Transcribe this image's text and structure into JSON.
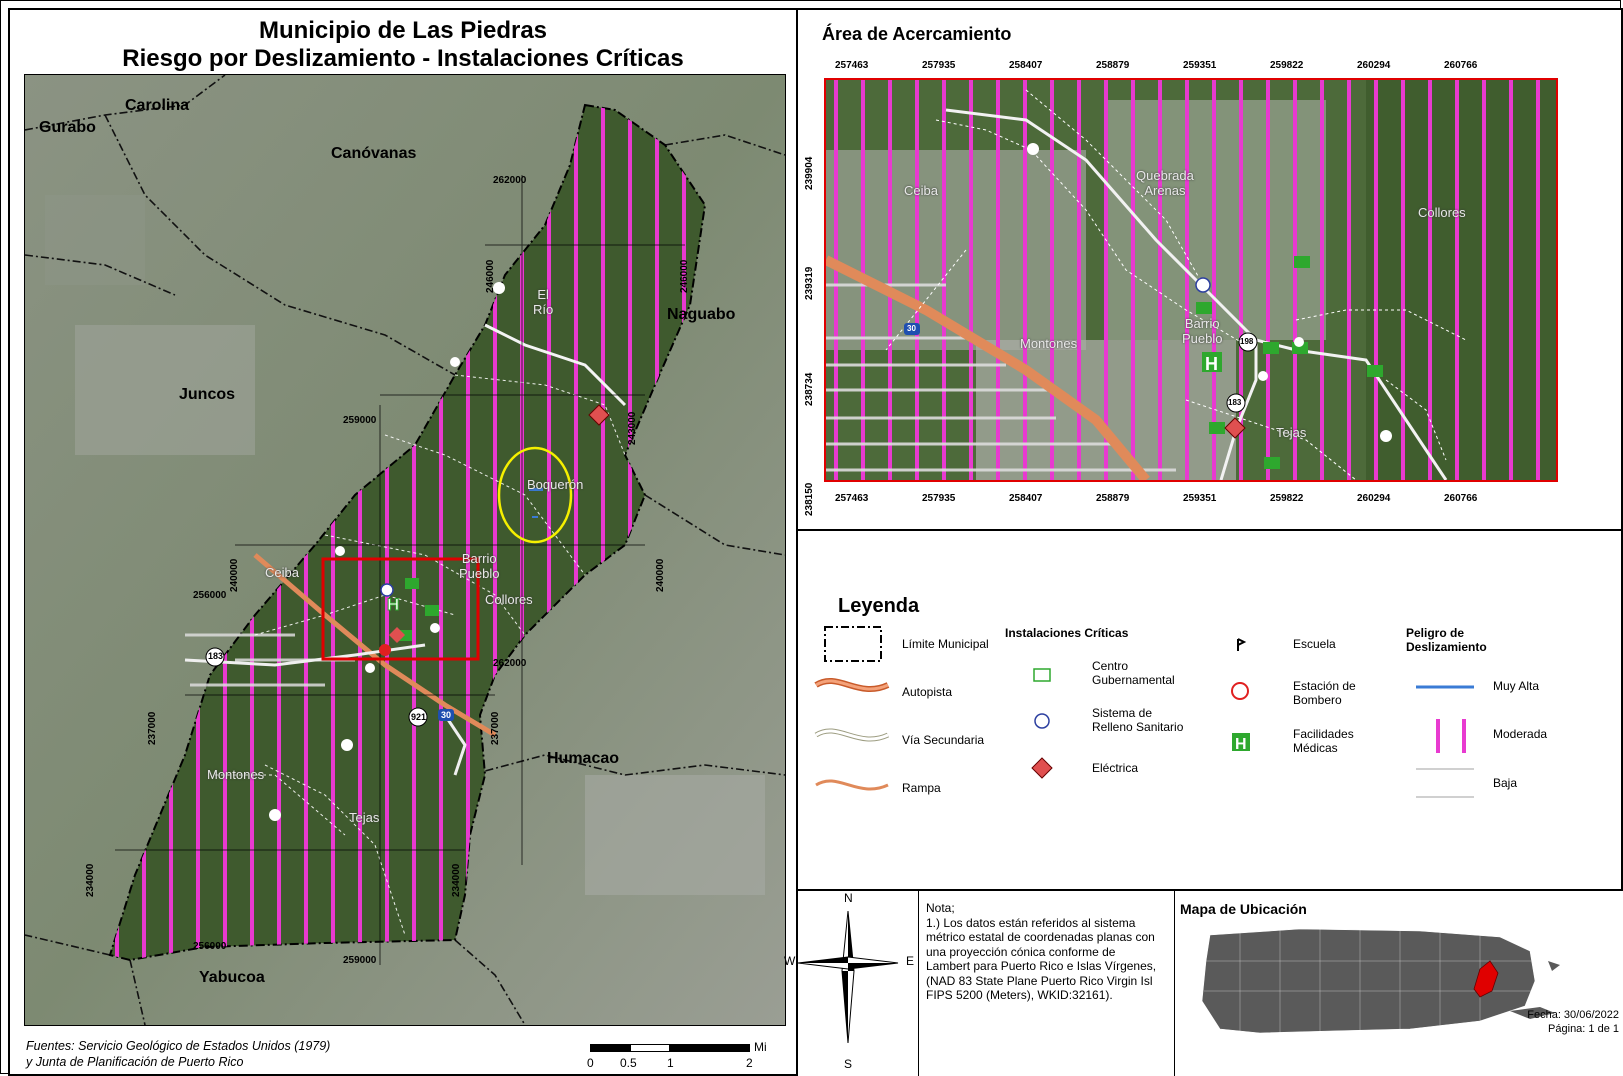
{
  "main": {
    "title_line1": "Municipio de Las Piedras",
    "title_line2": "Riesgo por Deslizamiento - Instalaciones Críticas",
    "neighbors": {
      "carolina": "Carolina",
      "gurabo": "Gurabo",
      "canovanas": "Canóvanas",
      "naguabo": "Naguabo",
      "juncos": "Juncos",
      "humacao": "Humacao",
      "yabucoa": "Yabucoa"
    },
    "barrios": {
      "el_rio": "El\nRío",
      "boqueron": "Boquerón",
      "barrio_pueblo": "Barrio\nPueblo",
      "collores": "Collores",
      "ceiba": "Ceiba",
      "montones": "Montones",
      "tejas": "Tejas"
    },
    "grid_labels": {
      "x262000_top": "262000",
      "x262000_bot": "262000",
      "x259000": "259000",
      "x256000_mid": "256000",
      "x256000_bot": "256000",
      "x259000_bot": "259000",
      "y246000_a": "246000",
      "y246000_b": "246000",
      "y243000": "243000",
      "y240000_a": "240000",
      "y240000_b": "240000",
      "y237000_a": "237000",
      "y237000_b": "237000",
      "y234000_a": "234000",
      "y234000_b": "234000"
    },
    "roads": {
      "r183": "183",
      "r921": "921",
      "r30": "30"
    },
    "sources_line1": "Fuentes: Servicio Geológico de Estados Unidos (1979)",
    "sources_line2": "y Junta de Planificación de Puerto Rico",
    "scale": {
      "ticks": [
        "0",
        "0.5",
        "1",
        "2"
      ],
      "unit": "Mi"
    }
  },
  "inset": {
    "title": "Área de Acercamiento",
    "x_labels": [
      "257463",
      "257935",
      "258407",
      "258879",
      "259351",
      "259822",
      "260294",
      "260766"
    ],
    "y_labels": [
      "239904",
      "239319",
      "238734",
      "238150"
    ],
    "barrios": {
      "ceiba": "Ceiba",
      "quebrada": "Quebrada\nArenas",
      "collores": "Collores",
      "montones": "Montones",
      "barrio_pueblo": "Barrio\nPueblo",
      "tejas": "Tejas"
    },
    "roads": {
      "r30": "30",
      "r198": "198",
      "r183": "183"
    }
  },
  "legend": {
    "title": "Leyenda",
    "limite": "Límite Municipal",
    "autopista": "Autopista",
    "secundaria": "Vía Secundaria",
    "rampa": "Rampa",
    "inst_header": "Instalaciones Críticas",
    "centro": "Centro\nGubernamental",
    "relleno": "Sistema de\nRelleno Sanitario",
    "electrica": "Eléctrica",
    "escuela": "Escuela",
    "bombero": "Estación de\nBombero",
    "medicas": "Facilidades\nMédicas",
    "peligro_header": "Peligro de\nDeslizamiento",
    "muy_alta": "Muy Alta",
    "moderada": "Moderada",
    "baja": "Baja"
  },
  "bottom": {
    "compass": {
      "n": "N",
      "s": "S",
      "e": "E",
      "w": "W"
    },
    "note_title": "Nota;",
    "note_body": "1.) Los datos están referidos al sistema métrico estatal de coordenadas planas con una proyección cónica conforme de Lambert para Puerto Rico e Islas Vírgenes, (NAD 83 State Plane Puerto Rico Virgin Isl FIPS 5200 (Meters), WKID:32161).",
    "location_title": "Mapa de Ubicación",
    "date": "Fecha: 30/06/2022",
    "page": "Página: 1 de 1"
  },
  "colors": {
    "moderada": "#e83ad0",
    "muy_alta": "#3a7bd5",
    "baja": "#d9d9d9",
    "autopista": "#e08a5a",
    "outline_red": "#e00000",
    "highlight_yellow": "#f5f000",
    "facility_green": "#2ea82e"
  }
}
